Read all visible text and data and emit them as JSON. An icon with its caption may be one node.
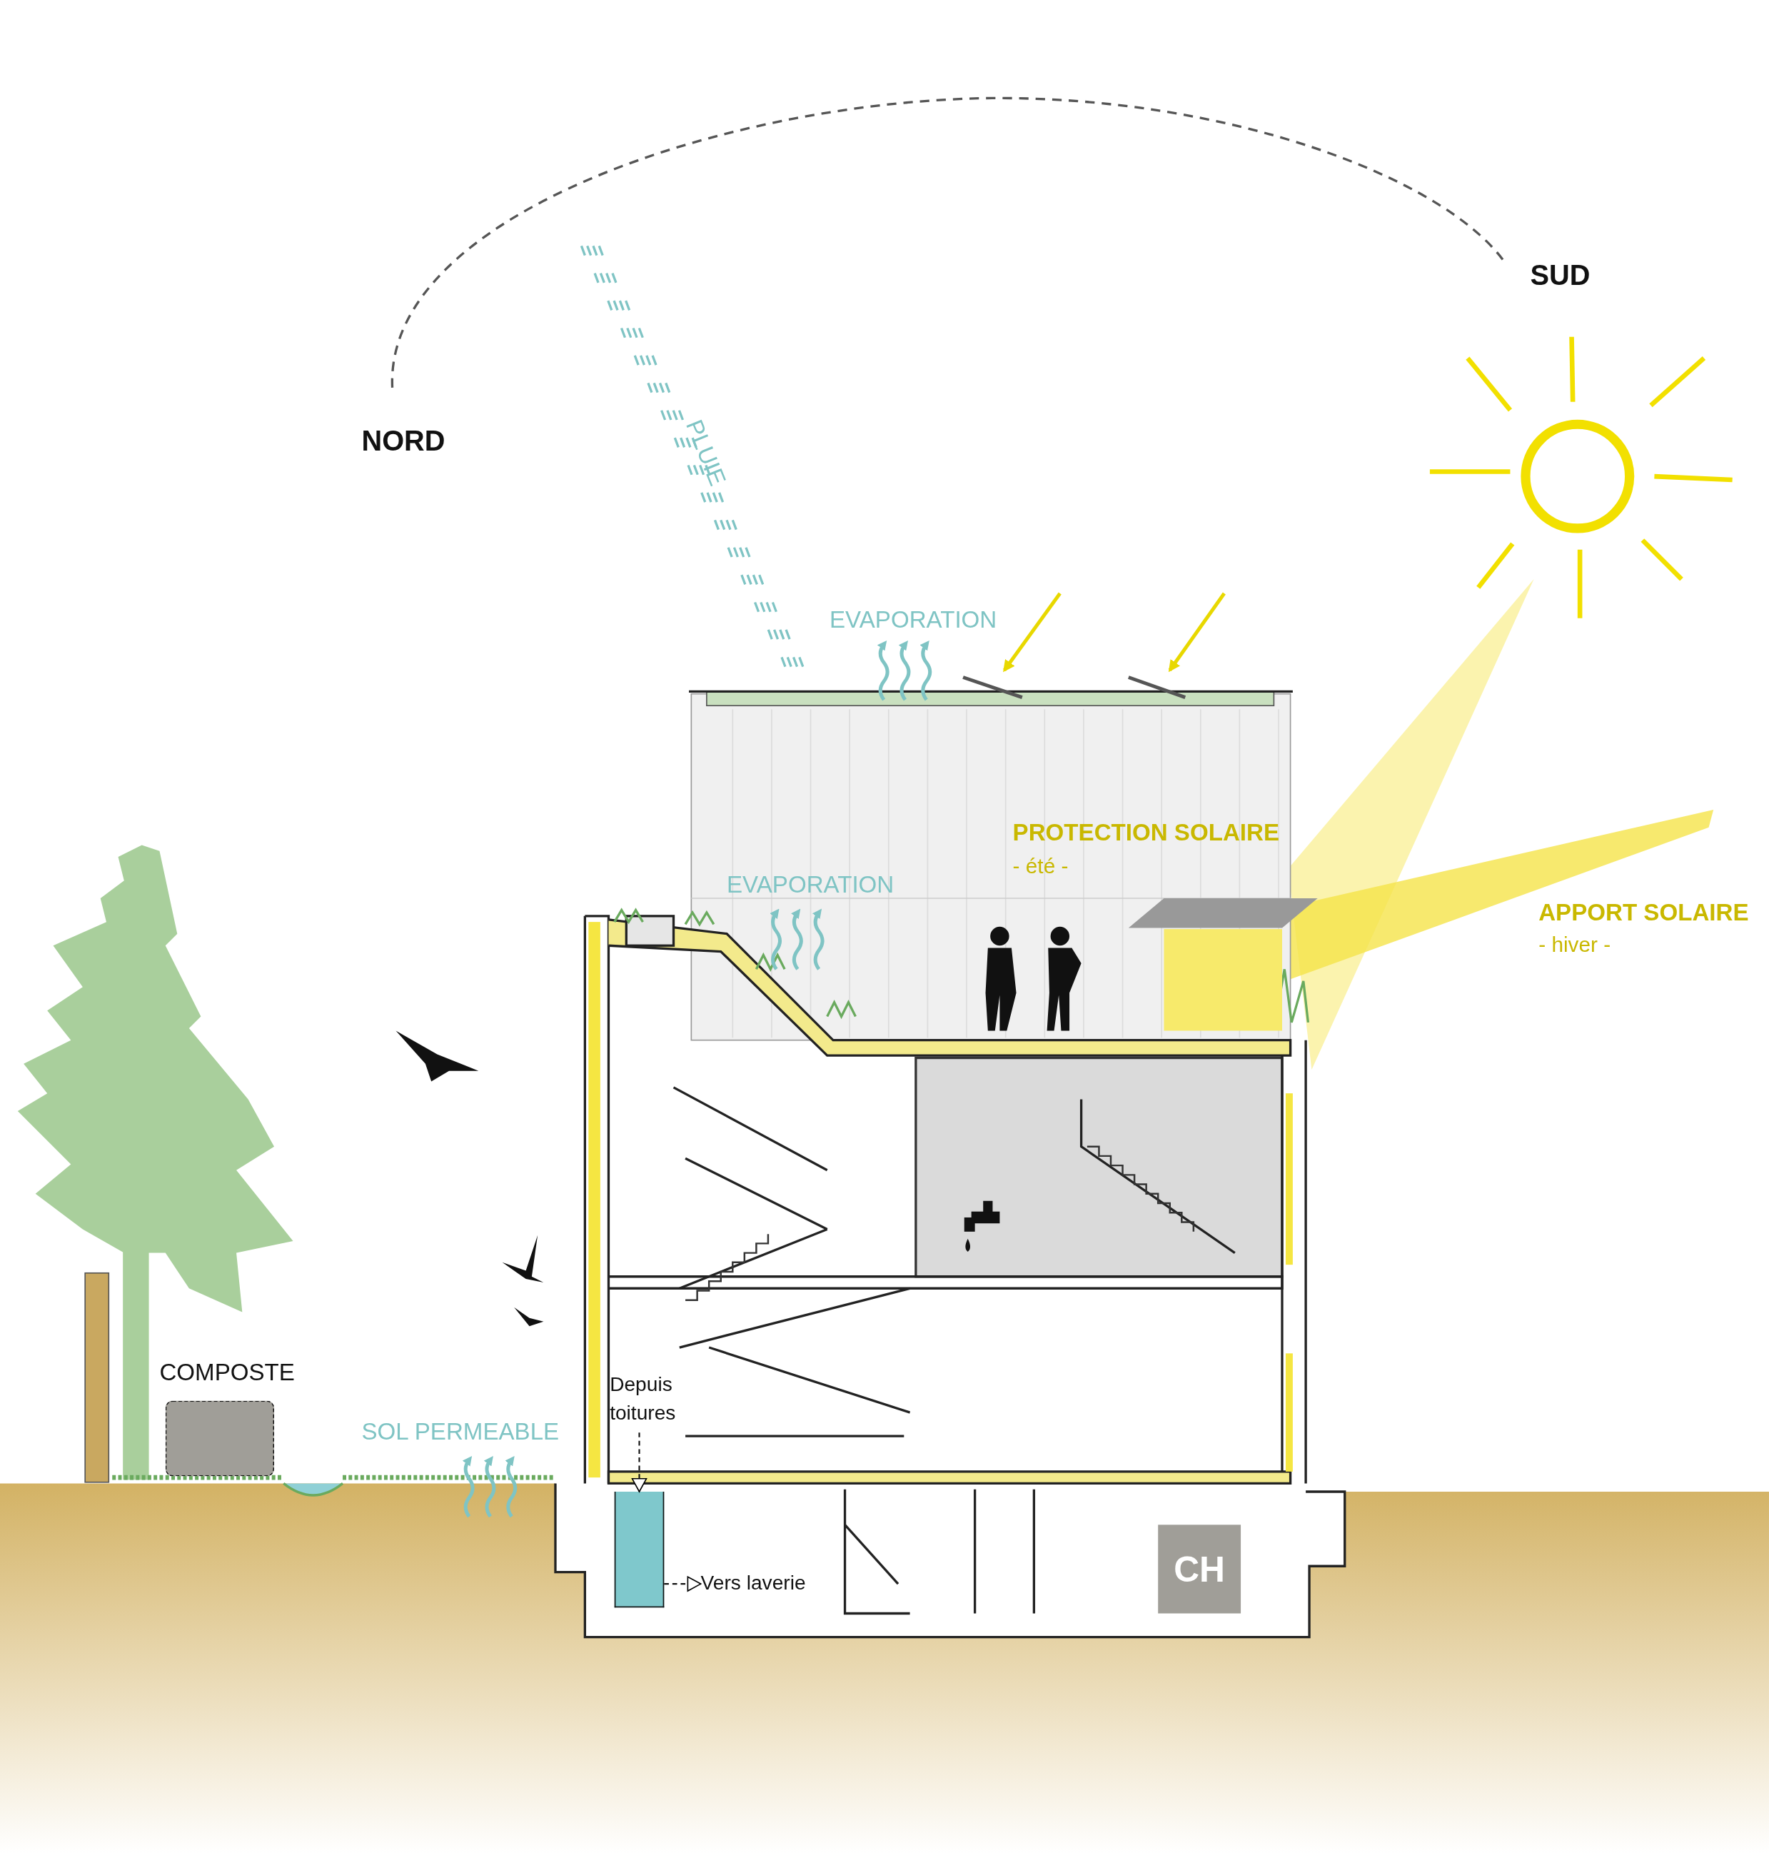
{
  "diagram": {
    "nodes": [
      {
        "text": [
          "COMPOSTE"
        ]
      },
      {
        "text": [
          "Depuis toitures"
        ]
      },
      {
        "text": [],
        "shape": "box"
      },
      {
        "text": [
          "Vers laverie"
        ]
      },
      {
        "text": [
          "CH"
        ]
      }
    ],
    "edges": [
      {
        "from": 1,
        "to": 2,
        "arrow": "to",
        "style": "dashed"
      },
      {
        "from": 2,
        "to": 3,
        "arrow": "to",
        "style": "dashed"
      }
    ],
    "labels": [
      "SUD",
      "NORD",
      "PLUIE",
      "EVAPORATION",
      "PROTECTION SOLAIRE",
      "- été -",
      "EVAPORATION",
      "APPORT SOLAIRE",
      "- hiver -",
      "SOL PERMEABLE"
    ]
  }
}
